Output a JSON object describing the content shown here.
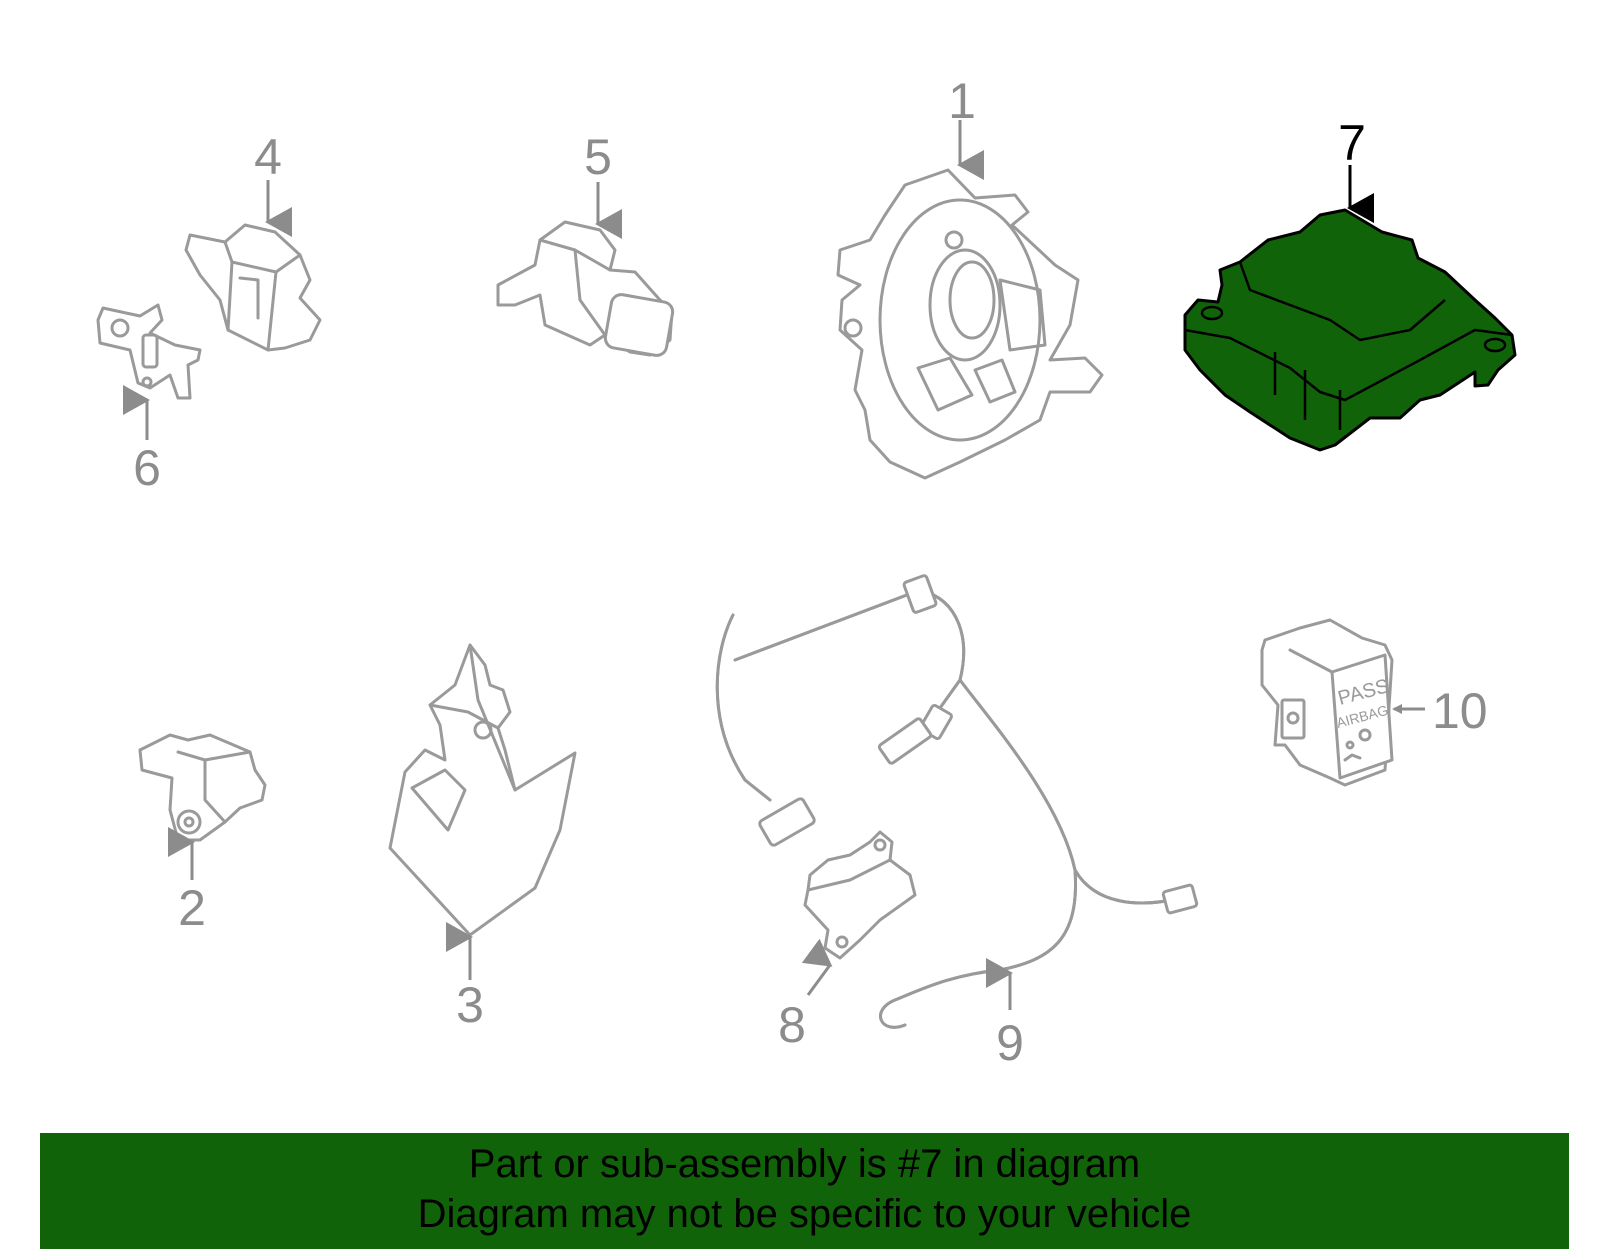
{
  "colors": {
    "highlight": "#116309",
    "part_stroke": "#9a9a9a",
    "banner": "#116309"
  },
  "callouts": {
    "c1": "1",
    "c2": "2",
    "c3": "3",
    "c4": "4",
    "c5": "5",
    "c6": "6",
    "c7": "7",
    "c8": "8",
    "c9": "9",
    "c10": "10"
  },
  "highlighted_part": "7",
  "switch_text": {
    "line1": "PASS",
    "line2": "AIRBAG"
  },
  "banner": {
    "line1": "Part or sub-assembly is #7 in diagram",
    "line2": "Diagram may not be specific to your vehicle"
  }
}
